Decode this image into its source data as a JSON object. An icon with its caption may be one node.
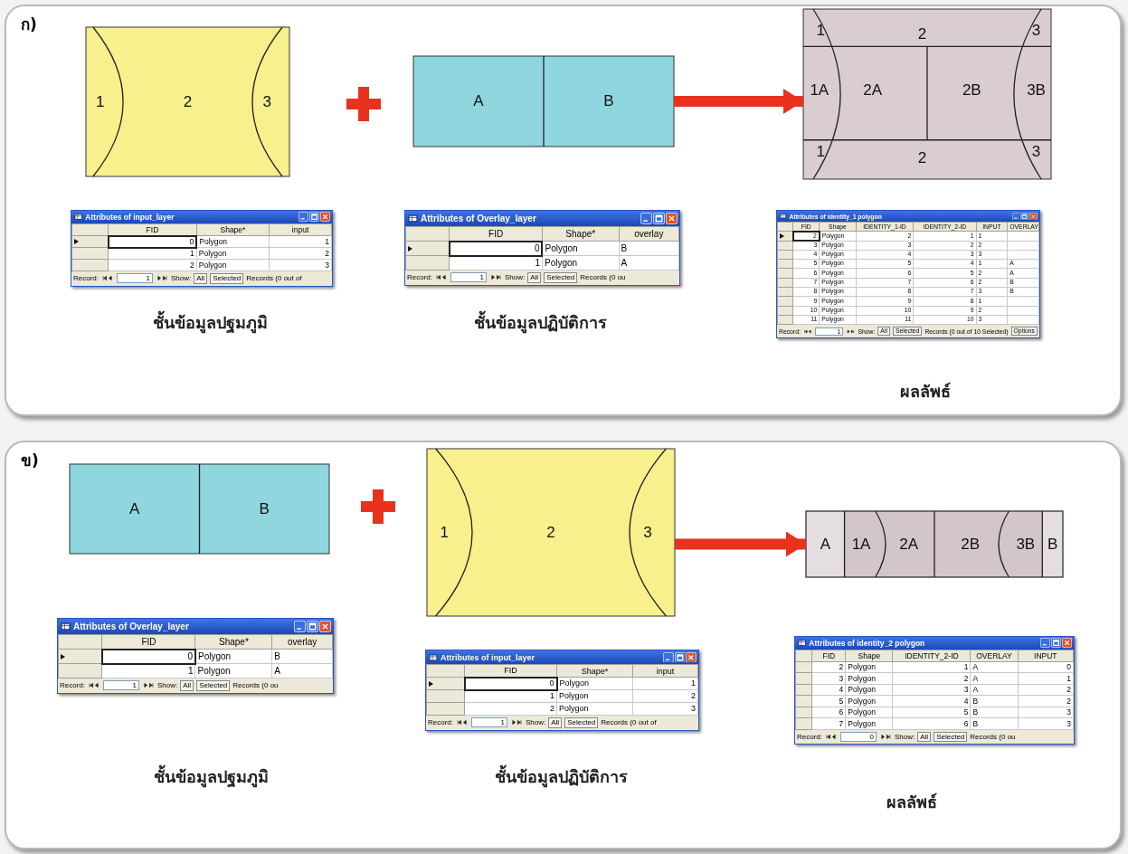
{
  "diagram": {
    "nodes": [
      {
        "text": [
          "ก)"
        ]
      },
      {
        "text": [
          "1",
          "2",
          "3"
        ],
        "in": 0
      },
      {
        "text": [
          "A",
          "B"
        ],
        "in": 0
      },
      {
        "text": [
          "1",
          "2",
          "3",
          "1A",
          "2A",
          "2B",
          "3B",
          "1",
          "2",
          "3"
        ],
        "in": 0
      },
      {
        "text": [
          "ข)"
        ]
      },
      {
        "text": [
          "A",
          "B"
        ],
        "in": 4
      },
      {
        "text": [
          "1",
          "2",
          "3"
        ],
        "in": 4
      },
      {
        "text": [
          "A",
          "1A",
          "2A",
          "2B",
          "3B",
          "B"
        ],
        "in": 4
      }
    ],
    "edges": [
      {
        "from": 2,
        "to": 3,
        "arrow": "to"
      },
      {
        "from": 6,
        "to": 7,
        "arrow": "to"
      }
    ],
    "labels": [
      "Attributes of input_layer",
      "FID",
      "Shape*",
      "input",
      "0",
      "Polygon",
      "1",
      "1",
      "Polygon",
      "2",
      "2",
      "Polygon",
      "3",
      "Record:",
      "1",
      "Show:",
      "All",
      "Selected",
      "Records (0 out of",
      "Attributes of Overlay_layer",
      "FID",
      "Shape*",
      "overlay",
      "0",
      "Polygon",
      "B",
      "1",
      "Polygon",
      "A",
      "Record:",
      "1",
      "Show:",
      "All",
      "Selected",
      "Records (0 ou",
      "Attributes of identity_1 polygon",
      "FID",
      "Shape",
      "IDENTITY_1-ID",
      "IDENTITY_2-ID",
      "INPUT",
      "OVERLAY",
      "2",
      "Polygon",
      "2",
      "1",
      "1",
      "3",
      "Polygon",
      "3",
      "2",
      "2",
      "4",
      "Polygon",
      "4",
      "3",
      "3",
      "5",
      "Polygon",
      "5",
      "4",
      "1",
      "A",
      "6",
      "Polygon",
      "6",
      "5",
      "2",
      "A",
      "7",
      "Polygon",
      "7",
      "6",
      "2",
      "B",
      "8",
      "Polygon",
      "8",
      "7",
      "3",
      "B",
      "9",
      "Polygon",
      "9",
      "8",
      "1",
      "10",
      "Polygon",
      "10",
      "9",
      "2",
      "11",
      "Polygon",
      "11",
      "10",
      "3",
      "Record:",
      "1",
      "Show:",
      "All",
      "Selected",
      "Records (0 out of 10 Selected)",
      "Options",
      "ชั้นข้อมูลปฐมภูมิ",
      "ชั้นข้อมูลปฏิบัติการ",
      "ผลลัพธ์",
      "Attributes of Overlay_layer",
      "FID",
      "Shape*",
      "overlay",
      "0",
      "Polygon",
      "B",
      "1",
      "Polygon",
      "A",
      "Record:",
      "1",
      "Show:",
      "All",
      "Selected",
      "Records (0 ou",
      "Attributes of input_layer",
      "FID",
      "Shape*",
      "input",
      "0",
      "Polygon",
      "1",
      "1",
      "Polygon",
      "2",
      "2",
      "Polygon",
      "3",
      "Record:",
      "1",
      "Show:",
      "All",
      "Selected",
      "Records (0 out of",
      "Attributes of identity_2 polygon",
      "FID",
      "Shape",
      "IDENTITY_2-ID",
      "OVERLAY",
      "INPUT",
      "2",
      "Polygon",
      "1",
      "A",
      "0",
      "3",
      "Polygon",
      "2",
      "A",
      "1",
      "4",
      "Polygon",
      "3",
      "A",
      "2",
      "5",
      "Polygon",
      "4",
      "B",
      "2",
      "6",
      "Polygon",
      "5",
      "B",
      "3",
      "7",
      "Polygon",
      "6",
      "B",
      "3",
      "Record:",
      "0",
      "Show:",
      "All",
      "Selected",
      "Records (0 ou",
      "ชั้นข้อมูลปฐมภูมิ",
      "ชั้นข้อมูลปฏิบัติการ",
      "ผลลัพธ์"
    ]
  }
}
